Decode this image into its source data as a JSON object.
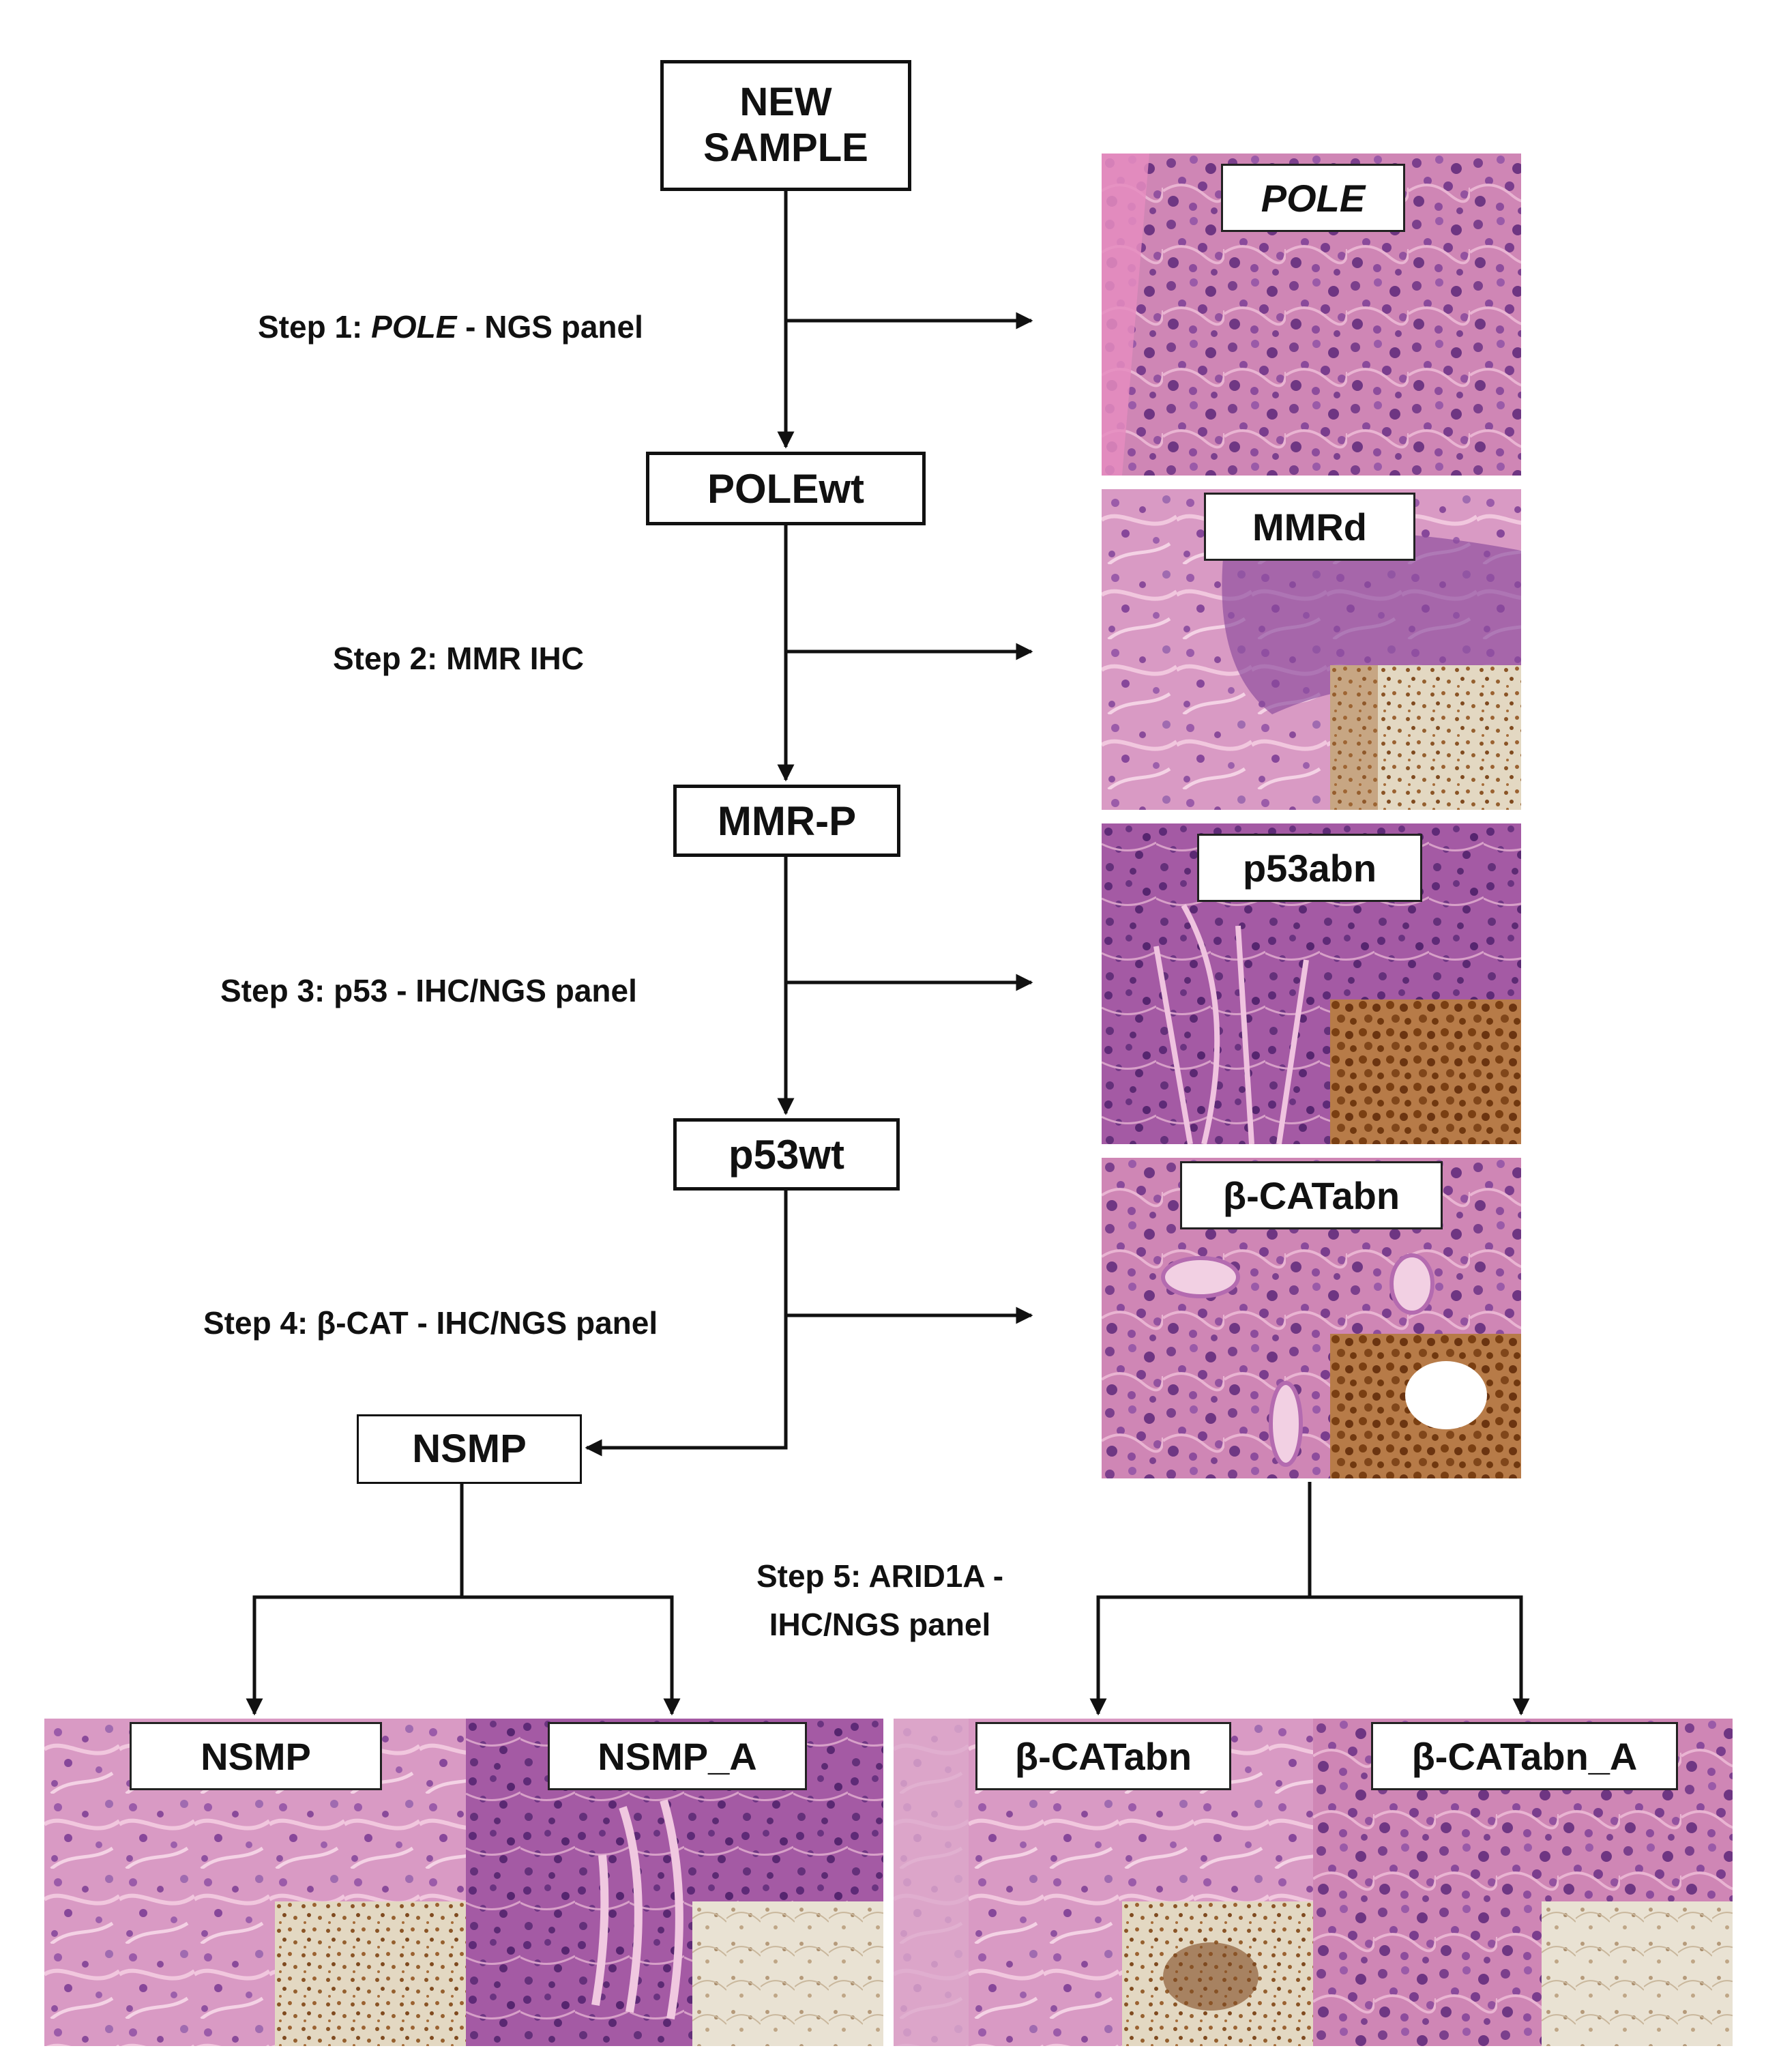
{
  "boxes": {
    "new_sample": "NEW SAMPLE",
    "polewt": "POLEwt",
    "mmrp": "MMR-P",
    "p53wt": "p53wt",
    "nsmp": "NSMP"
  },
  "steps": {
    "step1_prefix": "Step 1: ",
    "step1_gene": "POLE",
    "step1_suffix": " - NGS panel",
    "step2": "Step 2: MMR IHC",
    "step3": "Step 3: p53 - IHC/NGS panel",
    "step4": "Step 4: β-CAT - IHC/NGS panel",
    "step5": "Step 5: ARID1A - IHC/NGS panel"
  },
  "panels": {
    "pole": "POLE",
    "mmrd": "MMRd",
    "p53abn": "p53abn",
    "bcatabn": "β-CATabn"
  },
  "bottom_panels": {
    "nsmp": "NSMP",
    "nsmp_a": "NSMP_A",
    "bcatabn": "β-CATabn",
    "bcatabn_a": "β-CATabn_A"
  },
  "colors": {
    "he_pink": "#d98fb8",
    "he_purple": "#8a4f9e",
    "ihc_brown": "#8b4513",
    "ihc_bg": "#e6dcc8"
  }
}
